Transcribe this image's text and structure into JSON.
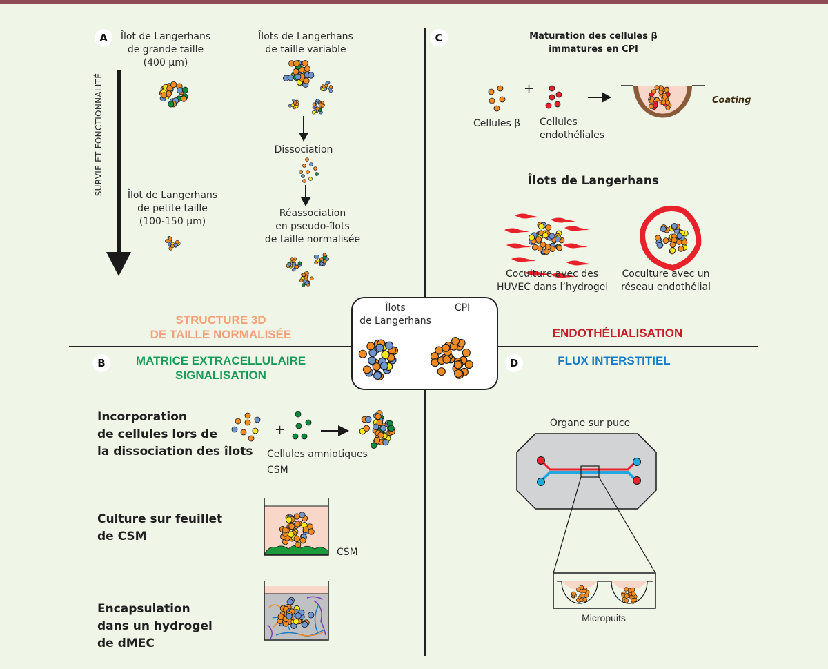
{
  "colors": {
    "background": "#eff6e8",
    "top_bar": "#8e4a55",
    "alpha_cell": "#6f95cf",
    "beta_cell": "#f28b24",
    "delta_cell": "#f7e91a",
    "pp_cell": "#0e8a3c",
    "endothelial_cell": "#e8222a",
    "structure_3d": "#f4a07a",
    "matrice": "#1a9a5a",
    "endothelialisation": "#c41e2a",
    "flux": "#1a7ac4",
    "coating": "#8b5a3a",
    "well_fill": "#f8d6c8",
    "chip_fill": "#d2d3d5",
    "channel_blue": "#1fa9e0",
    "channel_red": "#e8222a",
    "csm_sheet": "#1a9a3c"
  },
  "panel_a": {
    "badge": "A",
    "large_islet": [
      "Îlot de Langerhans",
      "de grande taille",
      "(400 µm)"
    ],
    "small_islet": [
      "Îlot de Langerhans",
      "de petite taille",
      "(100-150 µm)"
    ],
    "variable_islets": [
      "Îlots de Langerhans",
      "de taille variable"
    ],
    "dissociation": "Dissociation",
    "reassociation": [
      "Réassociation",
      "en pseudo-îlots",
      "de taille normalisée"
    ],
    "axis_label": "SURVIE ET FONCTIONNALITÉ",
    "section_title": [
      "STRUCTURE 3D",
      "DE TAILLE NORMALISÉE"
    ]
  },
  "panel_b": {
    "badge": "B",
    "section_title": [
      "MATRICE EXTRACELLULAIRE",
      "SIGNALISATION"
    ],
    "incorporation": [
      "Incorporation",
      "de cellules lors de",
      "la dissociation des îlots"
    ],
    "amniotic_label": "Cellules amniotiques",
    "csm_label": "CSM",
    "plus": "+",
    "culture": [
      "Culture sur feuillet",
      "de CSM"
    ],
    "culture_csm_label": "CSM",
    "encapsulation": [
      "Encapsulation",
      "dans un hydrogel",
      "de dMEC"
    ]
  },
  "panel_c": {
    "badge": "C",
    "maturation_title": [
      "Maturation des cellules β",
      "immatures en CPI"
    ],
    "beta_cells_label": "Cellules β",
    "endothelial_label": [
      "Cellules",
      "endothéliales"
    ],
    "plus": "+",
    "coating_label": "Coating",
    "islets_title": "Îlots de Langerhans",
    "coculture_huvec": [
      "Coculture avec des",
      "HUVEC dans l’hydrogel"
    ],
    "coculture_network": [
      "Coculture avec un",
      "réseau endothélial"
    ],
    "section_title": "ENDOTHÉLIALISATION"
  },
  "panel_d": {
    "badge": "D",
    "section_title": "FLUX INTERSTITIEL",
    "chip_label": "Organe sur puce",
    "microwell_label": "Micropuits"
  },
  "center_box": {
    "islets_label": [
      "Îlots",
      "de Langerhans"
    ],
    "cpi_label": "CPI"
  }
}
